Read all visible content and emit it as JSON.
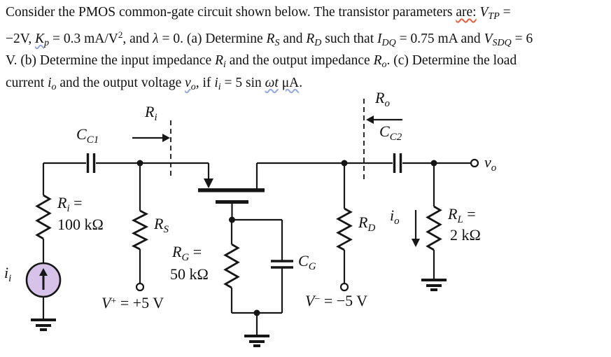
{
  "problem": {
    "l1": [
      "Consider the PMOS common-gate circuit shown below. The transistor parameters ",
      "are:",
      " ",
      "V",
      "TP",
      " ="
    ],
    "l2": [
      "−2V, ",
      "K",
      "p",
      " = 0.3 mA/V",
      "2",
      ", and ",
      "λ",
      " = 0. (a) Determine ",
      "R",
      "S",
      " and ",
      "R",
      "D",
      " such that ",
      "I",
      "DQ",
      " = 0.75 mA and ",
      "V",
      "SDQ",
      " = 6"
    ],
    "l3": [
      "V. (b) Determine the input impedance ",
      "R",
      "i",
      " and the output impedance ",
      "R",
      "o",
      ". (c) Determine the load"
    ],
    "l4": [
      "current ",
      "i",
      "o",
      " and the output voltage ",
      "v",
      "o",
      ", if ",
      "i",
      "i",
      " = 5 sin ",
      "ωt",
      " ",
      "μA",
      "."
    ]
  },
  "circuit": {
    "cc1": {
      "sym": "C",
      "sub": "C1"
    },
    "cc2": {
      "sym": "C",
      "sub": "C2"
    },
    "cg": {
      "sym": "C",
      "sub": "G"
    },
    "ri_probe": {
      "sym": "R",
      "sub": "i"
    },
    "ro_probe": {
      "sym": "R",
      "sub": "o"
    },
    "ri": {
      "sym": "R",
      "sub": "i",
      "eq": " =",
      "value": "100 kΩ"
    },
    "rs": {
      "sym": "R",
      "sub": "S"
    },
    "rg": {
      "sym": "R",
      "sub": "G",
      "eq": " =",
      "value": "50 kΩ"
    },
    "rd": {
      "sym": "R",
      "sub": "D"
    },
    "rl": {
      "sym": "R",
      "sub": "L",
      "eq": " =",
      "value": "2 kΩ"
    },
    "ii": {
      "sym": "i",
      "sub": "i"
    },
    "io": {
      "sym": "i",
      "sub": "o"
    },
    "vo": {
      "sym": "v",
      "sub": "o"
    },
    "vplus": {
      "sym": "V",
      "sup": "+",
      "eq": " = +5 V"
    },
    "vminus": {
      "sym": "V",
      "sup": "−",
      "eq": " = −5 V"
    }
  },
  "colors": {
    "ink": "#161616",
    "current_source_fill": "#d7c3ea",
    "spellcheck_red": "#e2603c",
    "spellcheck_blue": "#93a9dd"
  }
}
